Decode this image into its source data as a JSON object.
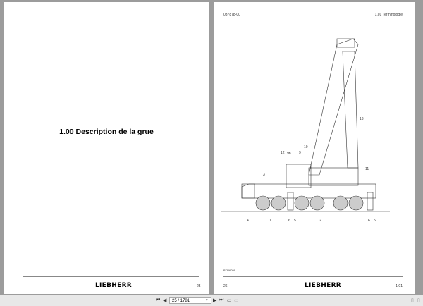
{
  "left_page": {
    "title": "1.00 Description de la grue",
    "logo": "LIEBHERR",
    "page_number": "25"
  },
  "right_page": {
    "doc_number": "037878-00",
    "section": "1.01 Terminologie",
    "logo": "LIEBHERR",
    "page_number": "26",
    "section_number": "1.01",
    "figure_id": "BTR6059",
    "callouts": [
      "12",
      "9b",
      "9",
      "10",
      "11",
      "13",
      "3",
      "4",
      "1",
      "6",
      "5",
      "2",
      "6",
      "5"
    ]
  },
  "toolbar": {
    "page_indicator": "25 / 1781",
    "icons": [
      "first-page-icon",
      "previous-page-icon",
      "dropdown-icon",
      "next-page-icon",
      "last-page-icon",
      "single-page-icon",
      "two-page-icon"
    ]
  }
}
